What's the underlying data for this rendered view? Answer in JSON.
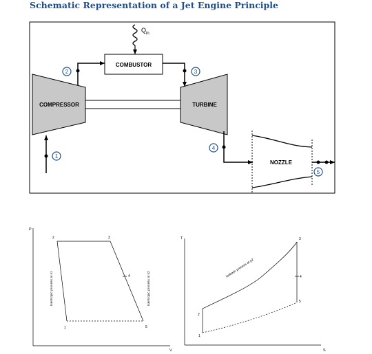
{
  "title": "Schematic Representation of a Jet Engine Principle",
  "schematic": {
    "heat_label": "Q",
    "heat_sub": "in",
    "components": {
      "combustor": "COMBUSTOR",
      "compressor": "COMPRESSOR",
      "turbine": "TURBINE",
      "nozzle": "NOZZLE"
    },
    "stations": [
      "1",
      "2",
      "3",
      "4",
      "5"
    ]
  },
  "pv_diagram": {
    "y_axis": "P",
    "x_axis": "V",
    "points": [
      "1",
      "2",
      "3",
      "4",
      "5"
    ],
    "left_label": "Isentropic process at s1",
    "right_label": "Isentropic process at s2"
  },
  "ts_diagram": {
    "y_axis": "T",
    "x_axis": "S",
    "points": [
      "1",
      "2",
      "3",
      "4",
      "5"
    ],
    "curve_label": "Isobaric process at p2"
  },
  "colors": {
    "title": "#1f4e8c",
    "component_fill": "#c8c8c8",
    "station_marker": "#1f4e8c",
    "line": "#000000"
  }
}
